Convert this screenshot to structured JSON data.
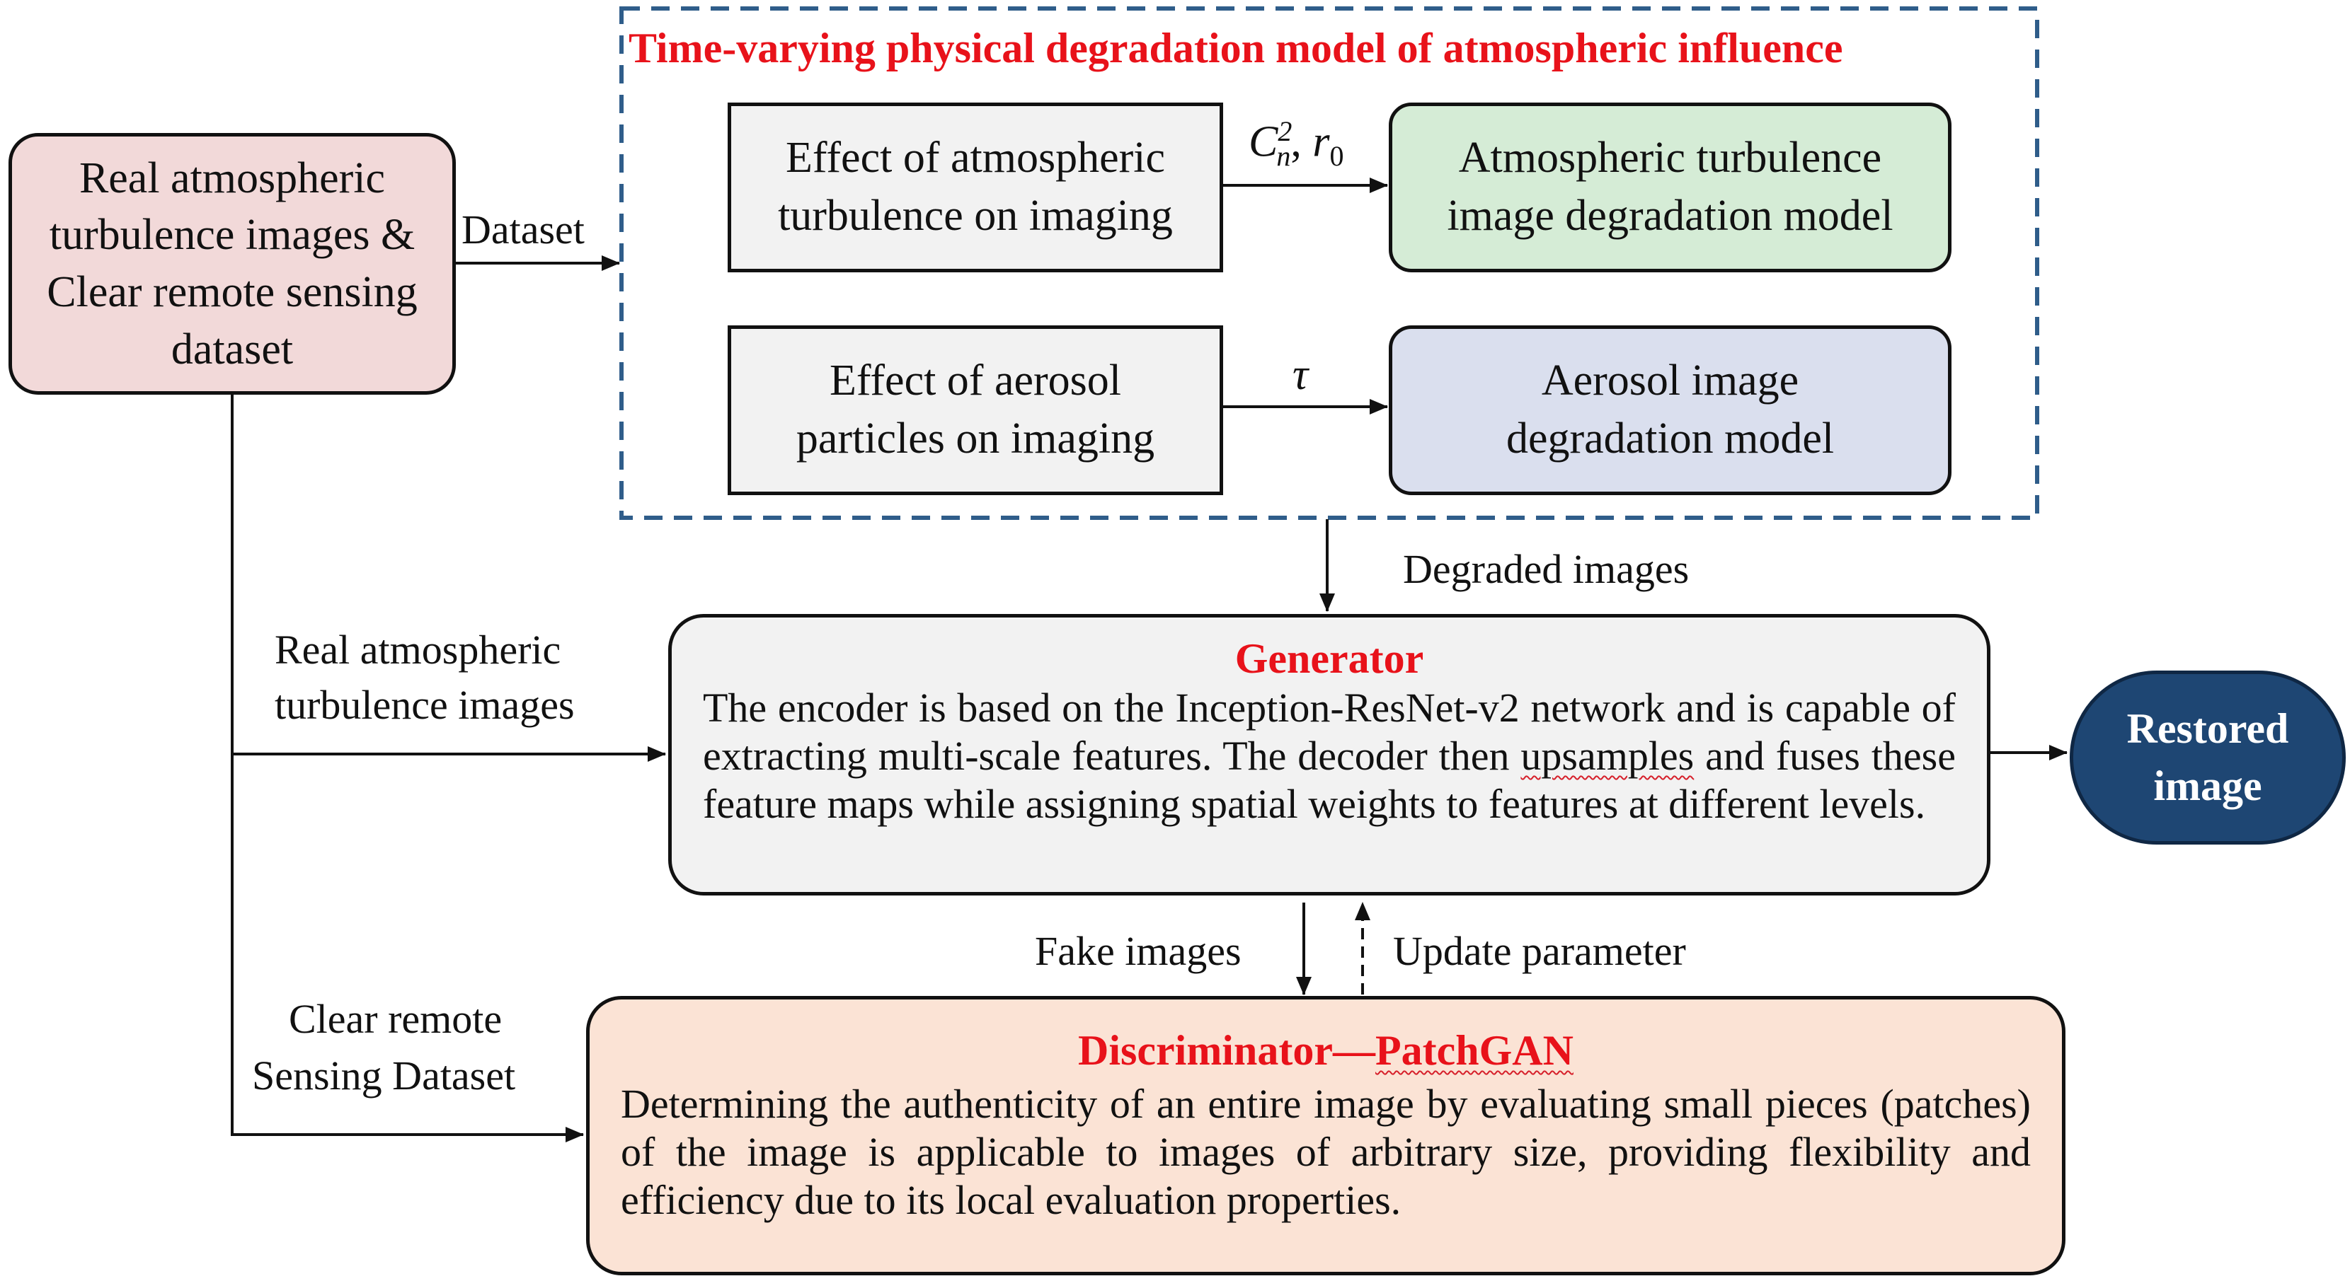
{
  "colors": {
    "title_red": "#e8121a",
    "input_fill": "#f2d9d9",
    "effect_fill": "#f2f2f2",
    "turbulence_model_fill": "#d5ecd6",
    "aerosol_model_fill": "#dadfee",
    "generator_fill": "#f2f2f2",
    "discriminator_fill": "#fbe3d5",
    "output_fill": "#1e4673",
    "dashed_border": "#2f5d8a"
  },
  "input": {
    "text": "Real atmospheric turbulence images & Clear remote sensing dataset"
  },
  "physical_model": {
    "title": "Time-varying physical degradation model of atmospheric influence",
    "turbulence_effect": "Effect of atmospheric turbulence on imaging",
    "turbulence_params": {
      "c": "C",
      "c_sup": "2",
      "c_sub": "n",
      "sep": ", ",
      "r": "r",
      "r_sub": "0"
    },
    "turbulence_model": "Atmospheric turbulence image degradation model",
    "aerosol_effect": "Effect of aerosol particles on imaging",
    "aerosol_param": "τ",
    "aerosol_model": "Aerosol image degradation model"
  },
  "edges": {
    "dataset": "Dataset",
    "degraded": "Degraded images",
    "real_line1": "Real atmospheric",
    "real_line2": "turbulence images",
    "clear_line1": "Clear remote",
    "clear_line2": "Sensing Dataset",
    "fake": "Fake images",
    "update": "Update parameter"
  },
  "generator": {
    "title": "Generator",
    "text_before": "The encoder is based on the Inception-ResNet-v2 network and is capable of extracting multi-scale features. The decoder then ",
    "text_marked": "upsamples",
    "text_after": " and fuses these feature maps while assigning spatial weights to features at different levels."
  },
  "discriminator": {
    "title_prefix": "Discriminator—",
    "title_marked": "PatchGAN",
    "text": "Determining the authenticity of an entire image by evaluating small pieces (patches) of the image is applicable to images of arbitrary size, providing flexibility and efficiency due to its local evaluation properties."
  },
  "output": {
    "line1": "Restored",
    "line2": "image"
  }
}
